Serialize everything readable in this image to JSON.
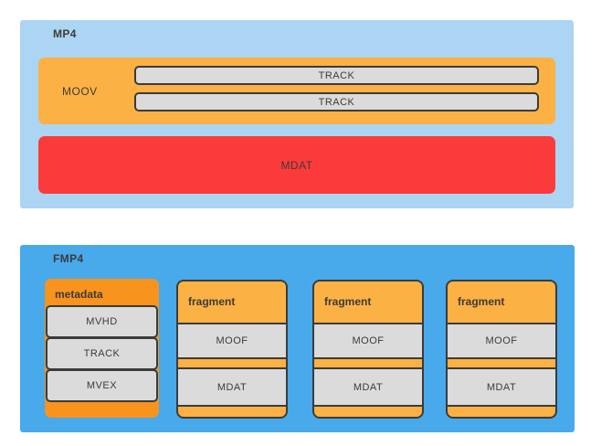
{
  "colors": {
    "mp4_panel_bg": "#abd5f2",
    "fmp4_panel_bg": "#48a9eb",
    "moov_fragment_orange": "#fbb144",
    "metadata_orange": "#f8941d",
    "mdat_red": "#fb3b3b",
    "inner_box_gray": "#dbdbdb",
    "border_dark": "#3b3b3b",
    "text": "#3e3a39"
  },
  "mp4": {
    "label": "MP4",
    "moov": {
      "label": "MOOV",
      "tracks": [
        "TRACK",
        "TRACK"
      ]
    },
    "mdat_label": "MDAT"
  },
  "fmp4": {
    "label": "FMP4",
    "metadata": {
      "label": "metadata",
      "items": [
        "MVHD",
        "TRACK",
        "MVEX"
      ]
    },
    "fragments": [
      {
        "label": "fragment",
        "moof": "MOOF",
        "mdat": "MDAT"
      },
      {
        "label": "fragment",
        "moof": "MOOF",
        "mdat": "MDAT"
      },
      {
        "label": "fragment",
        "moof": "MOOF",
        "mdat": "MDAT"
      }
    ]
  }
}
